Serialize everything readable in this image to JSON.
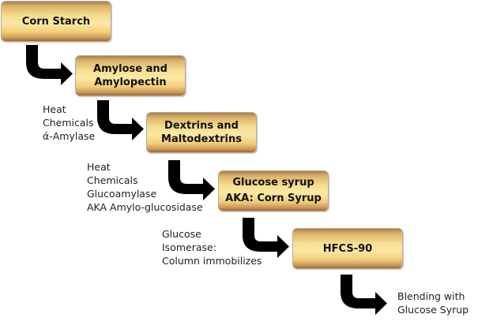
{
  "title": "Corn starch to HFCS process flow",
  "steps": [
    {
      "lines": [
        "Corn Starch"
      ]
    },
    {
      "lines": [
        "Amylose and",
        "Amylopectin"
      ]
    },
    {
      "lines": [
        "Dextrins and",
        "Maltodextrins"
      ]
    },
    {
      "lines": [
        "Glucose syrup",
        "AKA: Corn Syrup"
      ]
    },
    {
      "lines": [
        "HFCS-90"
      ]
    }
  ],
  "annotations": [
    {
      "lines": [
        "Heat",
        "Chemicals",
        "ά-Amylase"
      ]
    },
    {
      "lines": [
        "Heat",
        "Chemicals",
        "Glucoamylase",
        "AKA Amylo-glucosidase"
      ]
    },
    {
      "lines": [
        "Glucose",
        "Isomerase:",
        "Column immobilizes"
      ]
    },
    {
      "lines": [
        "Blending with",
        "Glucose Syrup"
      ]
    }
  ],
  "colors": {
    "box_fill": "#f6dc8e",
    "box_edge": "#9a6a35",
    "arrow": "#000000"
  }
}
